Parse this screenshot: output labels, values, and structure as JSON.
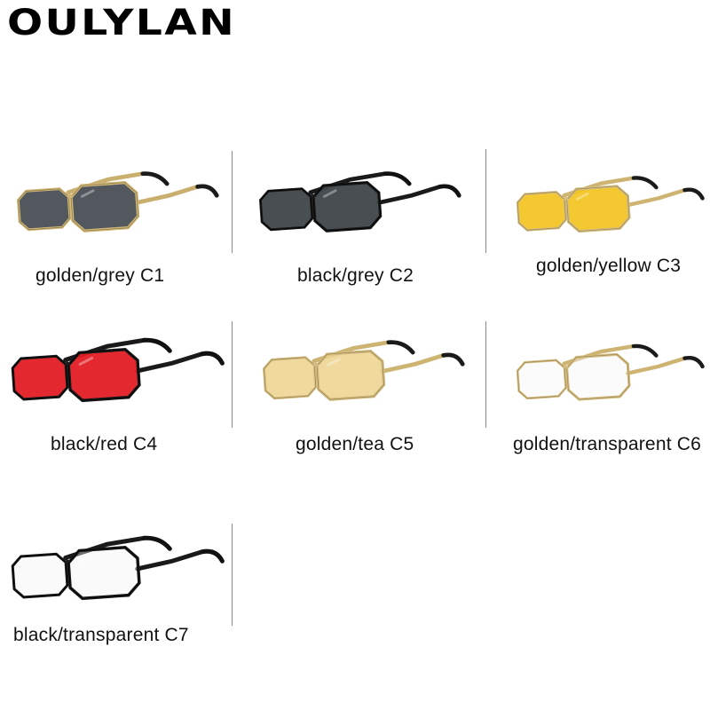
{
  "brand": {
    "name": "OULYLAN"
  },
  "variants": [
    {
      "label": "golden/grey C1",
      "frame_color": "#d1b87a",
      "frame_edge": "#8e7a45",
      "lens_color": "#4a4f55",
      "lens_opacity": 0.95,
      "temple_color": "#c9af6e",
      "tip_color": "#1b1b1b",
      "icon": "golden-grey-glasses-icon"
    },
    {
      "label": "black/grey C2",
      "frame_color": "#1a1a1a",
      "frame_edge": "#000000",
      "lens_color": "#3f4449",
      "lens_opacity": 0.95,
      "temple_color": "#1a1a1a",
      "tip_color": "#111111",
      "icon": "black-grey-glasses-icon"
    },
    {
      "label": "golden/yellow C3",
      "frame_color": "#d4bd82",
      "frame_edge": "#9c8550",
      "lens_color": "#f2c21b",
      "lens_opacity": 0.9,
      "temple_color": "#cdb473",
      "tip_color": "#1b1b1b",
      "icon": "golden-yellow-glasses-icon"
    },
    {
      "label": "black/red C4",
      "frame_color": "#1a1a1a",
      "frame_edge": "#000000",
      "lens_color": "#e21d24",
      "lens_opacity": 0.95,
      "temple_color": "#1a1a1a",
      "tip_color": "#111111",
      "icon": "black-red-glasses-icon"
    },
    {
      "label": "golden/tea C5",
      "frame_color": "#d4bd82",
      "frame_edge": "#9c8550",
      "lens_color": "#ecd28c",
      "lens_opacity": 0.85,
      "temple_color": "#cdb473",
      "tip_color": "#1b1b1b",
      "icon": "golden-tea-glasses-icon"
    },
    {
      "label": "golden/transparent C6",
      "frame_color": "#d4bd82",
      "frame_edge": "#9c8550",
      "lens_color": "#f4f4f4",
      "lens_opacity": 0.4,
      "temple_color": "#cdb473",
      "tip_color": "#1b1b1b",
      "icon": "golden-transparent-glasses-icon"
    },
    {
      "label": "black/transparent C7",
      "frame_color": "#1a1a1a",
      "frame_edge": "#000000",
      "lens_color": "#f3f3f3",
      "lens_opacity": 0.4,
      "temple_color": "#1a1a1a",
      "tip_color": "#111111",
      "icon": "black-transparent-glasses-icon"
    }
  ]
}
